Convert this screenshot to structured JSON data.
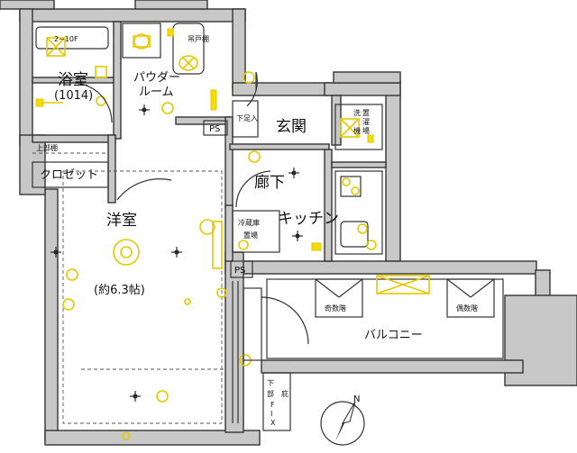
{
  "rooms": {
    "bath": "浴室",
    "bath_size": "(1014)",
    "powder_room_1": "パウダー",
    "powder_room_2": "ルーム",
    "entrance": "玄関",
    "hallway": "廊下",
    "kitchen": "キッチン",
    "western_room": "洋室",
    "western_room_size": "(約6.3帖)",
    "closet": "クロゼット",
    "balcony": "バルコニー"
  },
  "labels": {
    "floor_range": "2~10F",
    "hanging_shelf": "吊戸棚",
    "upper_shelf": "上部棚",
    "shoe_box": "下足入",
    "ps_1": "PS",
    "ps_2": "PS",
    "fridge_1": "冷蔵庫",
    "fridge_2": "置場",
    "washer_1": "洗",
    "washer_2": "濯",
    "washer_3": "機",
    "washer_4": "置",
    "washer_5": "場",
    "odd_floor": "奇数階",
    "even_floor": "偶数階",
    "lower_1": "下",
    "lower_2": "部",
    "lower_3": "F",
    "lower_4": "I",
    "lower_5": "X",
    "eaves": "庇",
    "north": "N"
  },
  "colors": {
    "wall": "#c8c8c8",
    "line": "#333333",
    "equipment": "#e6c800"
  }
}
